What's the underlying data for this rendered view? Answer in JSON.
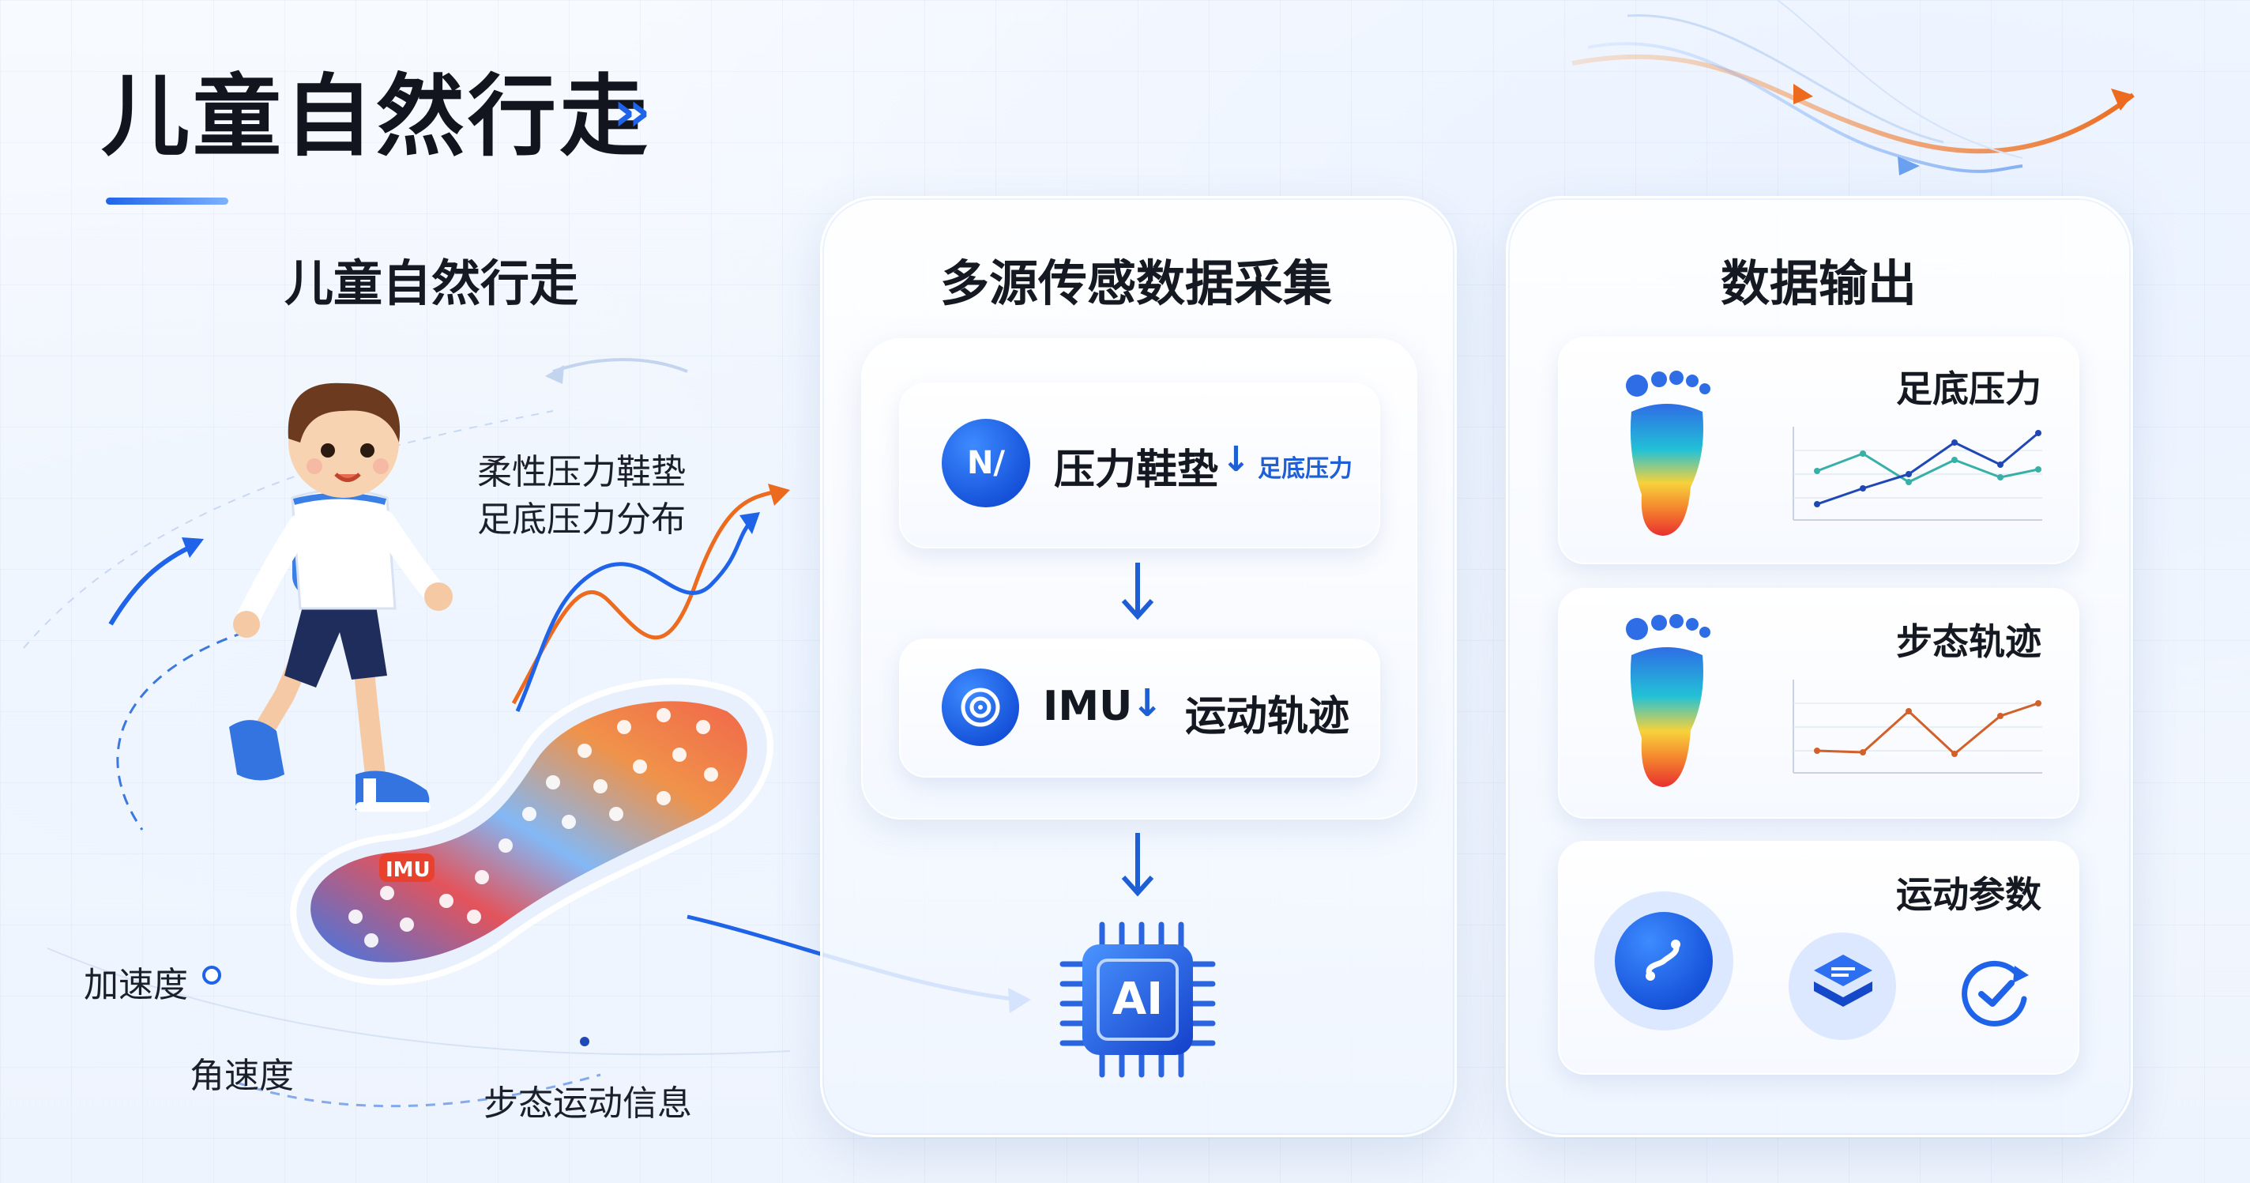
{
  "title": "儿童自然行走",
  "left": {
    "heading": "儿童自然行走",
    "insole_text": [
      "柔性压力鞋垫",
      "足底压力分布"
    ],
    "imu_tag": "IMU",
    "labels": {
      "acceleration": "加速度",
      "angular_velocity": "角速度",
      "gait_info": "步态运动信息"
    }
  },
  "middle": {
    "heading": "多源传感数据采集",
    "pressure_row": {
      "icon_text": "N/",
      "label": "压力鞋垫",
      "sub": "足底压力"
    },
    "imu_row": {
      "label": "IMU",
      "sub": "运动轨迹"
    },
    "chip_text": "AI"
  },
  "right": {
    "heading": "数据输出",
    "cards": [
      {
        "title": "足底压力"
      },
      {
        "title": "步态轨迹"
      },
      {
        "title": "运动参数"
      }
    ]
  },
  "colors": {
    "accent_blue": "#1f63e8",
    "orange": "#e8772e",
    "teal": "#37b0a8",
    "navy": "#1f47b5"
  },
  "icons": [
    "chevron-double-right-icon",
    "arrow-down-icon",
    "foot-heatmap-icon",
    "ai-chip-icon",
    "sensor-icon"
  ]
}
